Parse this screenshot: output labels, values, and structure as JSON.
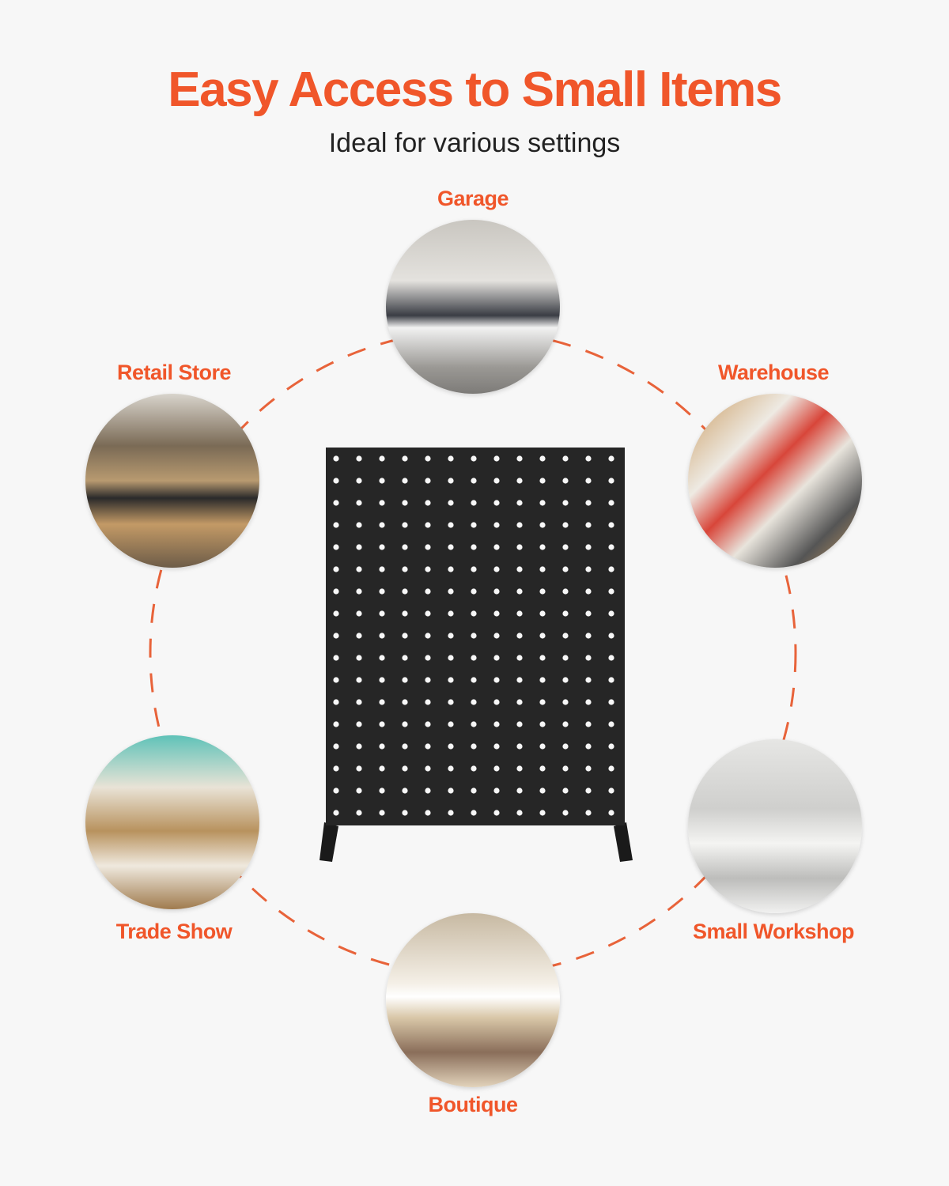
{
  "header": {
    "title": "Easy Access to Small Items",
    "subtitle": "Ideal for various settings"
  },
  "accent": "#f0562a",
  "settings": [
    {
      "label": "Garage",
      "icon": "garage-photo"
    },
    {
      "label": "Retail Store",
      "icon": "retail-store-photo"
    },
    {
      "label": "Warehouse",
      "icon": "warehouse-photo"
    },
    {
      "label": "Trade Show",
      "icon": "trade-show-photo"
    },
    {
      "label": "Small Workshop",
      "icon": "small-workshop-photo"
    },
    {
      "label": "Boutique",
      "icon": "boutique-photo"
    }
  ],
  "pegboard": {
    "columns": 13,
    "rows": 17
  }
}
